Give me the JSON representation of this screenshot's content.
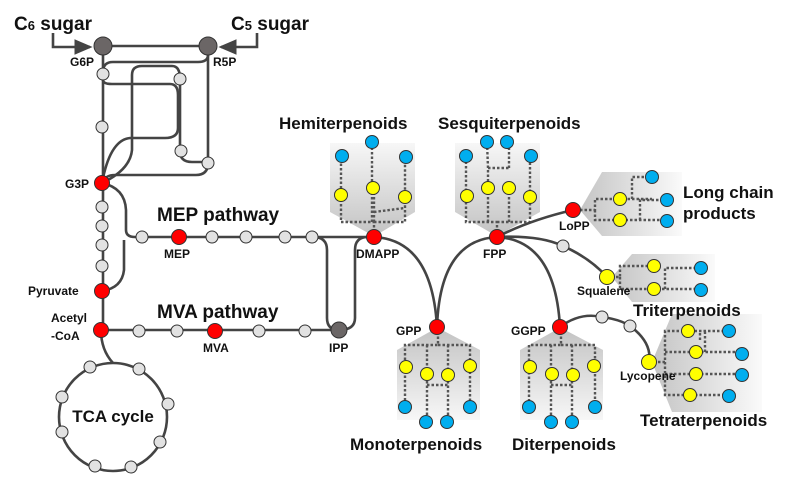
{
  "inputs": {
    "c6": "C6 sugar",
    "c6_sub": "6",
    "c5": "C5 sugar",
    "c5_sub": "5",
    "c_letter": "C",
    "sugar": " sugar"
  },
  "metabolites": {
    "g6p": "G6P",
    "r5p": "R5P",
    "g3p": "G3P",
    "pyruvate": "Pyruvate",
    "acetyl_1": "Acetyl",
    "acetyl_2": "-CoA",
    "mep": "MEP",
    "mva": "MVA",
    "ipp": "IPP",
    "dmapp": "DMAPP",
    "gpp": "GPP",
    "fpp": "FPP",
    "ggpp": "GGPP",
    "lopp": "LoPP",
    "squalene": "Squalene",
    "lycopene": "Lycopene"
  },
  "pathways": {
    "mep": "MEP pathway",
    "mva": "MVA pathway",
    "tca": "TCA cycle"
  },
  "products": {
    "hemi": "Hemiterpenoids",
    "sesqui": "Sesquiterpenoids",
    "mono": "Monoterpenoids",
    "di": "Diterpenoids",
    "tri": "Triterpenoids",
    "tetra": "Tetraterpenoids",
    "long_1": "Long chain",
    "long_2": "products"
  },
  "colors": {
    "key_node": "#ff0000",
    "intermediate": "#e2e2e2",
    "entry": "#6b6666",
    "precursor": "#ffff00",
    "product": "#00aeef"
  }
}
